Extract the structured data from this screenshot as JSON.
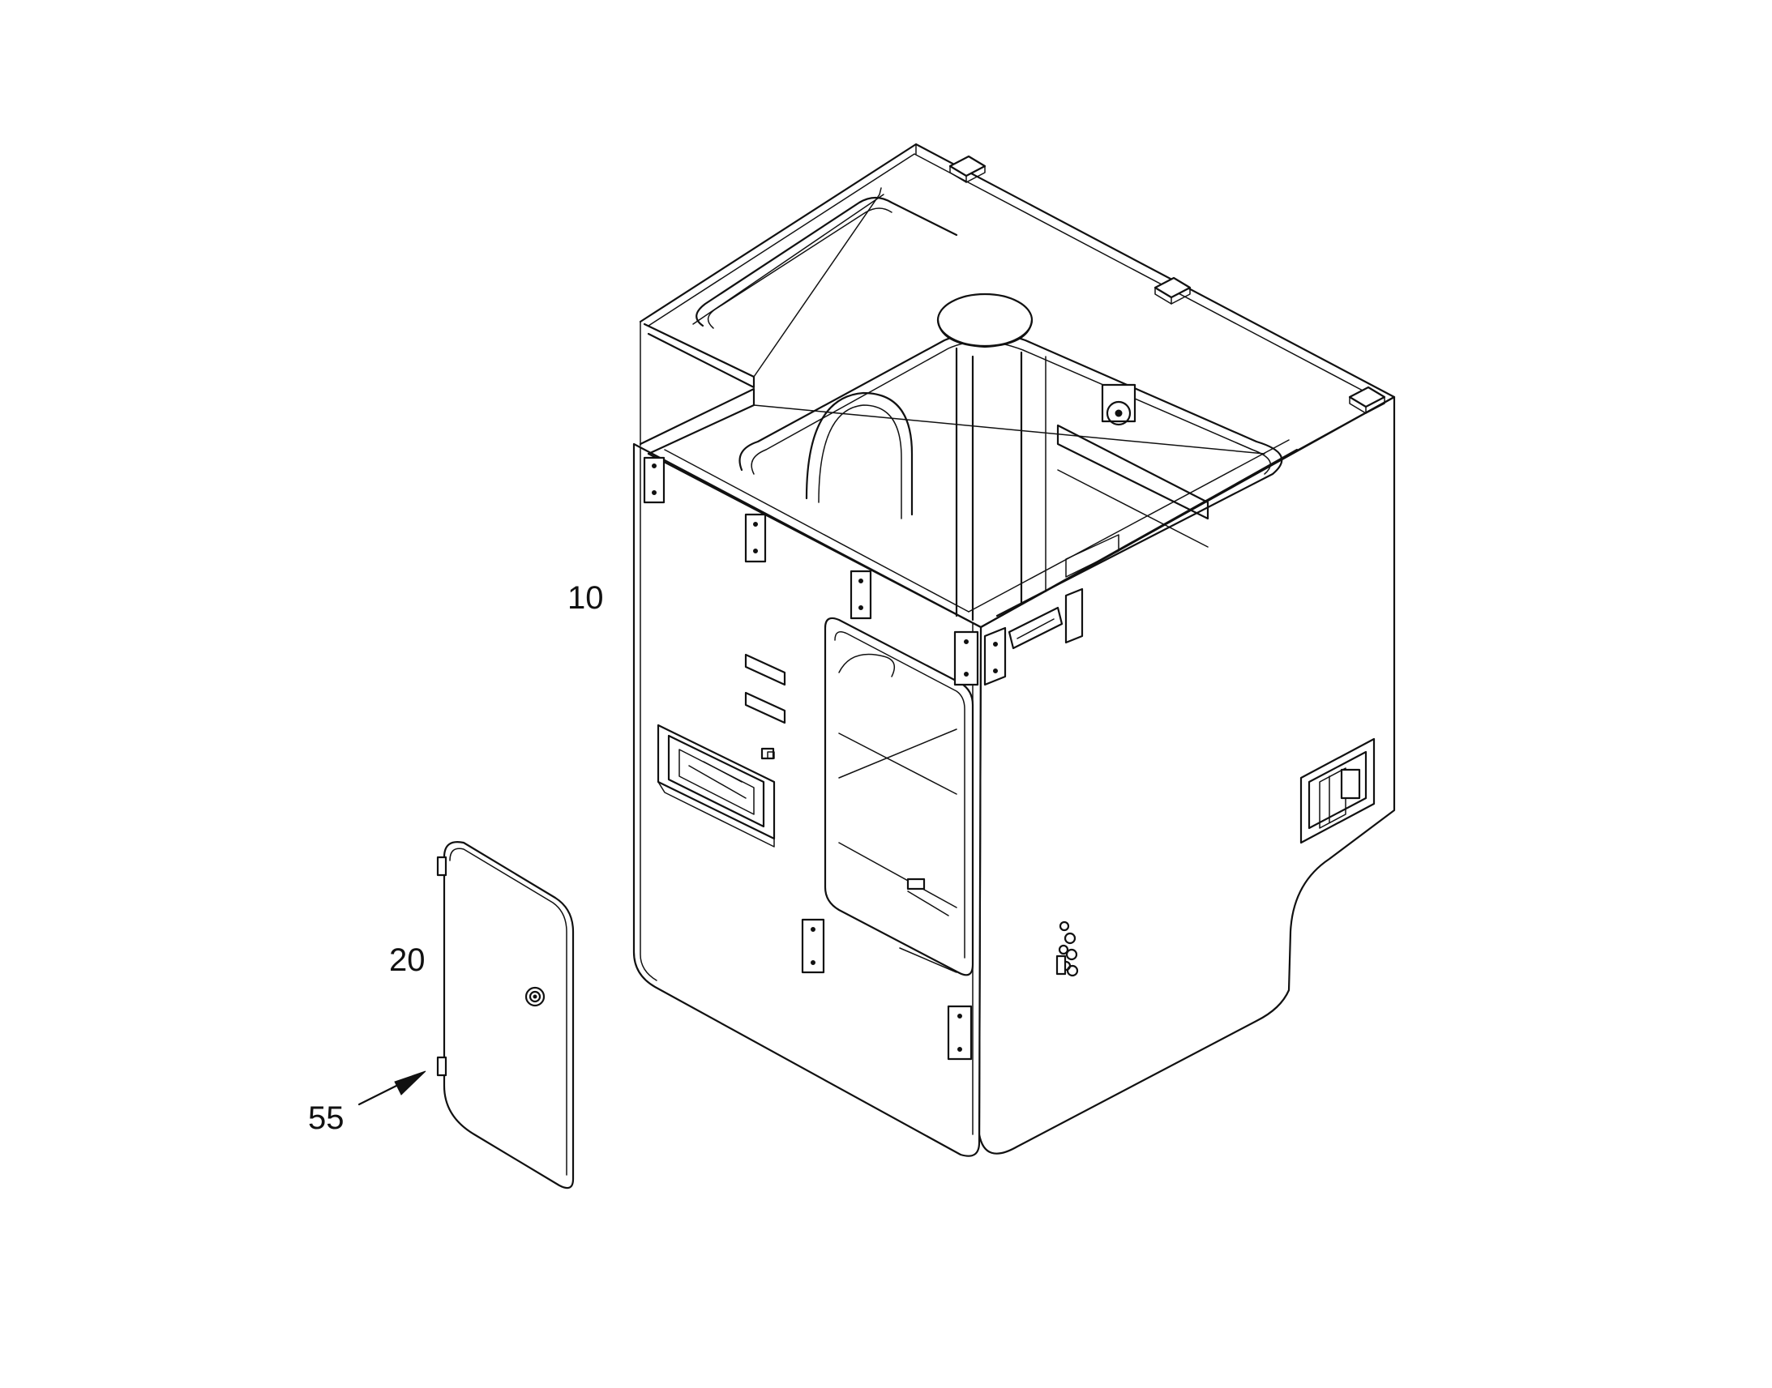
{
  "figure": {
    "reference_numerals": {
      "housing": "10",
      "door_panel": "20",
      "hinge": "55"
    }
  }
}
